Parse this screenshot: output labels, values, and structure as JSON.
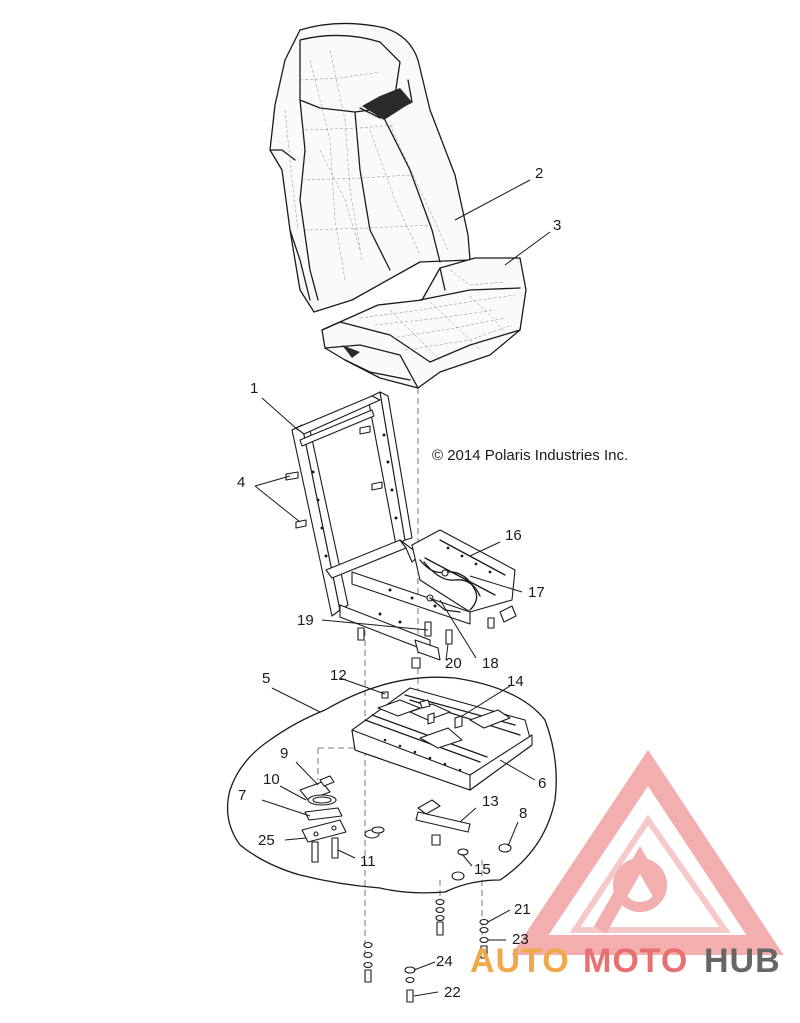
{
  "copyright": "© 2014 Polaris Industries Inc.",
  "callouts": {
    "c1": "1",
    "c2": "2",
    "c3": "3",
    "c4": "4",
    "c5": "5",
    "c6": "6",
    "c7": "7",
    "c8": "8",
    "c9": "9",
    "c10": "10",
    "c11": "11",
    "c12": "12",
    "c13": "13",
    "c14": "14",
    "c15": "15",
    "c16": "16",
    "c17": "17",
    "c18": "18",
    "c19": "19",
    "c20": "20",
    "c21": "21",
    "c22": "22",
    "c23": "23",
    "c24": "24",
    "c25": "25"
  },
  "watermark": {
    "part1": "AUTO",
    "part2": "MOTO",
    "part3": "HUB",
    "color_primary": "#f0a848",
    "color_secondary": "#e87070",
    "color_tertiary": "#666666"
  }
}
